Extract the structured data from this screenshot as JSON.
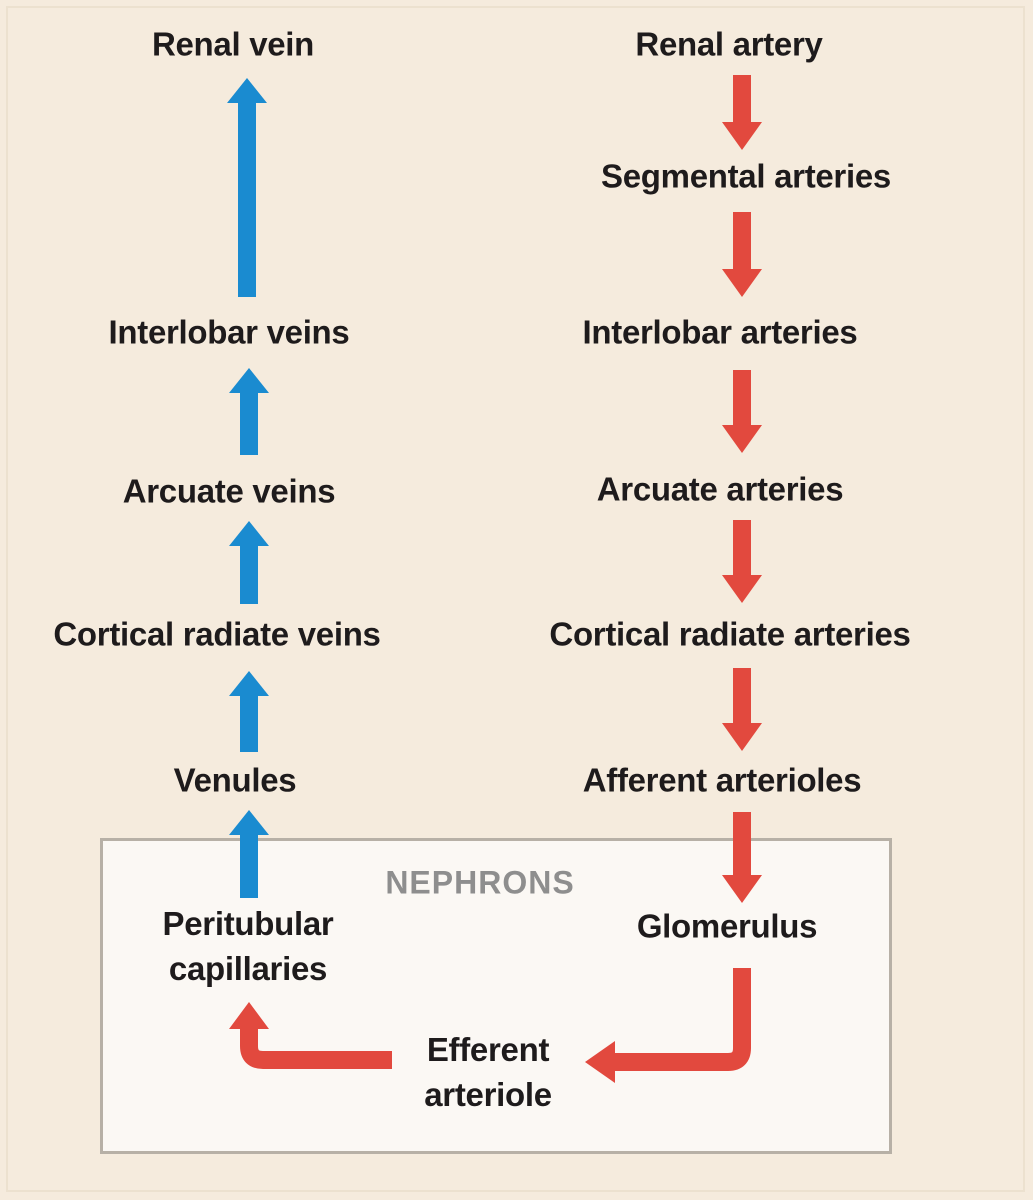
{
  "veins": {
    "renal_vein": "Renal vein",
    "interlobar_veins": "Interlobar veins",
    "arcuate_veins": "Arcuate veins",
    "cortical_radiate_veins": "Cortical radiate veins",
    "venules": "Venules"
  },
  "arteries": {
    "renal_artery": "Renal artery",
    "segmental_arteries": "Segmental arteries",
    "interlobar_arteries": "Interlobar arteries",
    "arcuate_arteries": "Arcuate arteries",
    "cortical_radiate_arteries": "Cortical radiate arteries",
    "afferent_arterioles": "Afferent arterioles"
  },
  "nephrons": {
    "title": "NEPHRONS",
    "glomerulus": "Glomerulus",
    "efferent_arteriole": "Efferent arteriole",
    "peritubular_capillaries": "Peritubular capillaries"
  },
  "colors": {
    "vein_arrow": "#1a8bd0",
    "artery_arrow": "#e2493e",
    "background": "#f5ebdd",
    "nephron_box": "#fbf8f4"
  }
}
